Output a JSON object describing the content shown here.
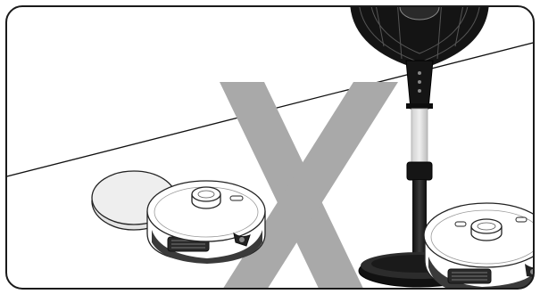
{
  "figure": {
    "kind": "instructional-illustration",
    "colors": {
      "frame": "#1a1a1a",
      "x_mark": "#a8a8a8",
      "robot_body": "#ffffff",
      "robot_outline": "#222222",
      "robot_bumper": "#3a3a3a",
      "mop_pad": "#e4e4e4",
      "fan_dark": "#141414",
      "fan_pole": "#d9d9d9",
      "background": "#ffffff"
    },
    "elements": {
      "frame": "rounded-rectangle-border",
      "wall_floor_line": "perspective-line",
      "mop_pad": "round-mop-pad",
      "robot_left": "robot-vacuum",
      "robot_right": "robot-vacuum",
      "standing_fan": "pedestal-fan",
      "prohibition_mark": "x-mark"
    }
  }
}
